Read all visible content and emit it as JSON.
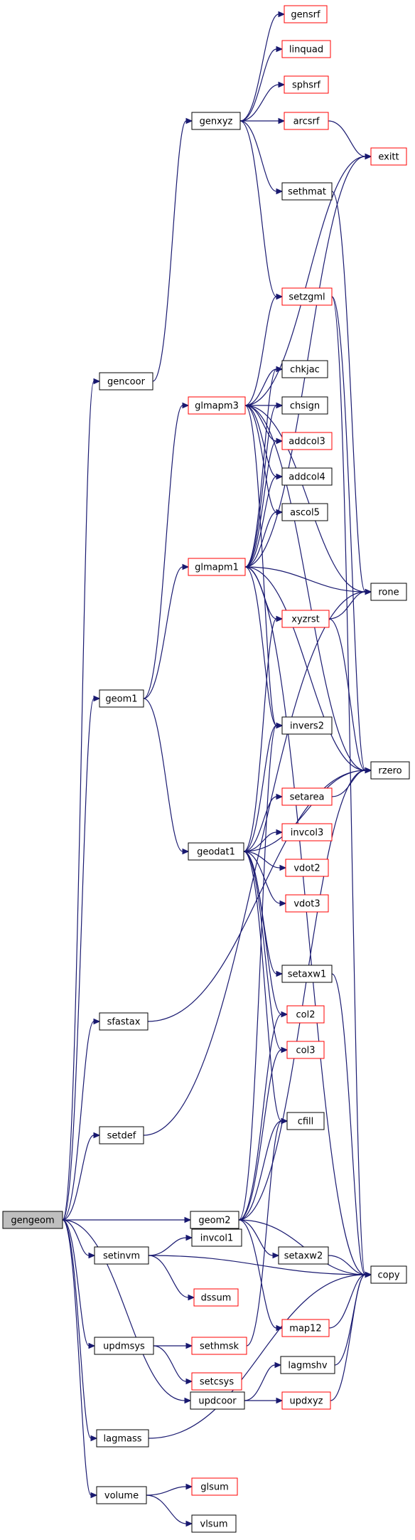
{
  "colors": {
    "edge": "#191970",
    "node_border_normal": "#000000",
    "node_border_truncated": "#ff0000",
    "node_fill_normal": "#ffffff",
    "node_fill_root": "#bfbfbf"
  },
  "nodes": [
    {
      "id": "gengeom",
      "label": "gengeom",
      "style": "root"
    },
    {
      "id": "gencoor",
      "label": "gencoor",
      "style": "normal"
    },
    {
      "id": "geom1",
      "label": "geom1",
      "style": "normal"
    },
    {
      "id": "sfastax",
      "label": "sfastax",
      "style": "normal"
    },
    {
      "id": "setdef",
      "label": "setdef",
      "style": "normal"
    },
    {
      "id": "geom2",
      "label": "geom2",
      "style": "normal"
    },
    {
      "id": "setinvm",
      "label": "setinvm",
      "style": "normal"
    },
    {
      "id": "updmsys",
      "label": "updmsys",
      "style": "normal"
    },
    {
      "id": "updcoor",
      "label": "updcoor",
      "style": "normal"
    },
    {
      "id": "lagmass",
      "label": "lagmass",
      "style": "normal"
    },
    {
      "id": "volume",
      "label": "volume",
      "style": "normal"
    },
    {
      "id": "genxyz",
      "label": "genxyz",
      "style": "normal"
    },
    {
      "id": "glmapm3",
      "label": "glmapm3",
      "style": "truncated"
    },
    {
      "id": "glmapm1",
      "label": "glmapm1",
      "style": "truncated"
    },
    {
      "id": "geodat1",
      "label": "geodat1",
      "style": "normal"
    },
    {
      "id": "invcol1",
      "label": "invcol1",
      "style": "normal"
    },
    {
      "id": "dssum",
      "label": "dssum",
      "style": "truncated"
    },
    {
      "id": "sethmsk",
      "label": "sethmsk",
      "style": "truncated"
    },
    {
      "id": "setcsys",
      "label": "setcsys",
      "style": "truncated"
    },
    {
      "id": "lagmshv",
      "label": "lagmshv",
      "style": "normal"
    },
    {
      "id": "updxyz",
      "label": "updxyz",
      "style": "truncated"
    },
    {
      "id": "glsum",
      "label": "glsum",
      "style": "truncated"
    },
    {
      "id": "vlsum",
      "label": "vlsum",
      "style": "normal"
    },
    {
      "id": "gensrf",
      "label": "gensrf",
      "style": "truncated"
    },
    {
      "id": "linquad",
      "label": "linquad",
      "style": "truncated"
    },
    {
      "id": "sphsrf",
      "label": "sphsrf",
      "style": "truncated"
    },
    {
      "id": "arcsrf",
      "label": "arcsrf",
      "style": "truncated"
    },
    {
      "id": "sethmat",
      "label": "sethmat",
      "style": "normal"
    },
    {
      "id": "setzgml",
      "label": "setzgml",
      "style": "truncated"
    },
    {
      "id": "chkjac",
      "label": "chkjac",
      "style": "normal"
    },
    {
      "id": "chsign",
      "label": "chsign",
      "style": "normal"
    },
    {
      "id": "addcol3",
      "label": "addcol3",
      "style": "truncated"
    },
    {
      "id": "addcol4",
      "label": "addcol4",
      "style": "normal"
    },
    {
      "id": "ascol5",
      "label": "ascol5",
      "style": "normal"
    },
    {
      "id": "xyzrst",
      "label": "xyzrst",
      "style": "truncated"
    },
    {
      "id": "invers2",
      "label": "invers2",
      "style": "normal"
    },
    {
      "id": "setarea",
      "label": "setarea",
      "style": "truncated"
    },
    {
      "id": "invcol3",
      "label": "invcol3",
      "style": "truncated"
    },
    {
      "id": "vdot2",
      "label": "vdot2",
      "style": "truncated"
    },
    {
      "id": "vdot3",
      "label": "vdot3",
      "style": "truncated"
    },
    {
      "id": "setaxw1",
      "label": "setaxw1",
      "style": "normal"
    },
    {
      "id": "col2",
      "label": "col2",
      "style": "truncated"
    },
    {
      "id": "col3",
      "label": "col3",
      "style": "truncated"
    },
    {
      "id": "cfill",
      "label": "cfill",
      "style": "normal"
    },
    {
      "id": "setaxw2",
      "label": "setaxw2",
      "style": "normal"
    },
    {
      "id": "map12",
      "label": "map12",
      "style": "truncated"
    },
    {
      "id": "exitt",
      "label": "exitt",
      "style": "truncated"
    },
    {
      "id": "rone",
      "label": "rone",
      "style": "normal"
    },
    {
      "id": "rzero",
      "label": "rzero",
      "style": "normal"
    },
    {
      "id": "copy",
      "label": "copy",
      "style": "normal"
    }
  ],
  "edges": [
    [
      "gengeom",
      "gencoor"
    ],
    [
      "gengeom",
      "geom1"
    ],
    [
      "gengeom",
      "sfastax"
    ],
    [
      "gengeom",
      "setdef"
    ],
    [
      "gengeom",
      "geom2"
    ],
    [
      "gengeom",
      "setinvm"
    ],
    [
      "gengeom",
      "updmsys"
    ],
    [
      "gengeom",
      "updcoor"
    ],
    [
      "gengeom",
      "lagmass"
    ],
    [
      "gengeom",
      "volume"
    ],
    [
      "gencoor",
      "genxyz"
    ],
    [
      "genxyz",
      "gensrf"
    ],
    [
      "genxyz",
      "linquad"
    ],
    [
      "genxyz",
      "sphsrf"
    ],
    [
      "genxyz",
      "arcsrf"
    ],
    [
      "genxyz",
      "sethmat"
    ],
    [
      "genxyz",
      "setzgml"
    ],
    [
      "arcsrf",
      "exitt"
    ],
    [
      "sethmat",
      "rone"
    ],
    [
      "setzgml",
      "rzero"
    ],
    [
      "setzgml",
      "copy"
    ],
    [
      "geom1",
      "glmapm3"
    ],
    [
      "geom1",
      "glmapm1"
    ],
    [
      "geom1",
      "geodat1"
    ],
    [
      "glmapm3",
      "exitt"
    ],
    [
      "glmapm3",
      "rone"
    ],
    [
      "glmapm3",
      "setzgml"
    ],
    [
      "glmapm3",
      "chkjac"
    ],
    [
      "glmapm3",
      "chsign"
    ],
    [
      "glmapm3",
      "addcol3"
    ],
    [
      "glmapm3",
      "addcol4"
    ],
    [
      "glmapm3",
      "ascol5"
    ],
    [
      "glmapm3",
      "invers2"
    ],
    [
      "glmapm3",
      "rzero"
    ],
    [
      "glmapm1",
      "exitt"
    ],
    [
      "glmapm1",
      "chkjac"
    ],
    [
      "glmapm1",
      "chsign"
    ],
    [
      "glmapm1",
      "addcol3"
    ],
    [
      "glmapm1",
      "addcol4"
    ],
    [
      "glmapm1",
      "ascol5"
    ],
    [
      "glmapm1",
      "rone"
    ],
    [
      "glmapm1",
      "xyzrst"
    ],
    [
      "glmapm1",
      "invers2"
    ],
    [
      "glmapm1",
      "rzero"
    ],
    [
      "glmapm1",
      "copy"
    ],
    [
      "xyzrst",
      "rone"
    ],
    [
      "xyzrst",
      "rzero"
    ],
    [
      "geodat1",
      "xyzrst"
    ],
    [
      "geodat1",
      "invers2"
    ],
    [
      "geodat1",
      "rzero"
    ],
    [
      "geodat1",
      "setarea"
    ],
    [
      "geodat1",
      "invcol3"
    ],
    [
      "geodat1",
      "vdot2"
    ],
    [
      "geodat1",
      "vdot3"
    ],
    [
      "geodat1",
      "setaxw1"
    ],
    [
      "geodat1",
      "col2"
    ],
    [
      "geodat1",
      "col3"
    ],
    [
      "geodat1",
      "cfill"
    ],
    [
      "setarea",
      "rzero"
    ],
    [
      "setaxw1",
      "copy"
    ],
    [
      "sfastax",
      "rzero"
    ],
    [
      "setdef",
      "rone"
    ],
    [
      "geom2",
      "invers2"
    ],
    [
      "geom2",
      "col2"
    ],
    [
      "geom2",
      "col3"
    ],
    [
      "geom2",
      "cfill"
    ],
    [
      "geom2",
      "rzero"
    ],
    [
      "geom2",
      "setaxw2"
    ],
    [
      "geom2",
      "copy"
    ],
    [
      "geom2",
      "map12"
    ],
    [
      "setaxw2",
      "copy"
    ],
    [
      "map12",
      "copy"
    ],
    [
      "setinvm",
      "invcol1"
    ],
    [
      "setinvm",
      "dssum"
    ],
    [
      "setinvm",
      "copy"
    ],
    [
      "updmsys",
      "sethmsk"
    ],
    [
      "updmsys",
      "setcsys"
    ],
    [
      "sethmsk",
      "cfill"
    ],
    [
      "updcoor",
      "lagmshv"
    ],
    [
      "updcoor",
      "updxyz"
    ],
    [
      "lagmshv",
      "copy"
    ],
    [
      "updxyz",
      "copy"
    ],
    [
      "lagmass",
      "copy"
    ],
    [
      "volume",
      "glsum"
    ],
    [
      "volume",
      "vlsum"
    ]
  ]
}
